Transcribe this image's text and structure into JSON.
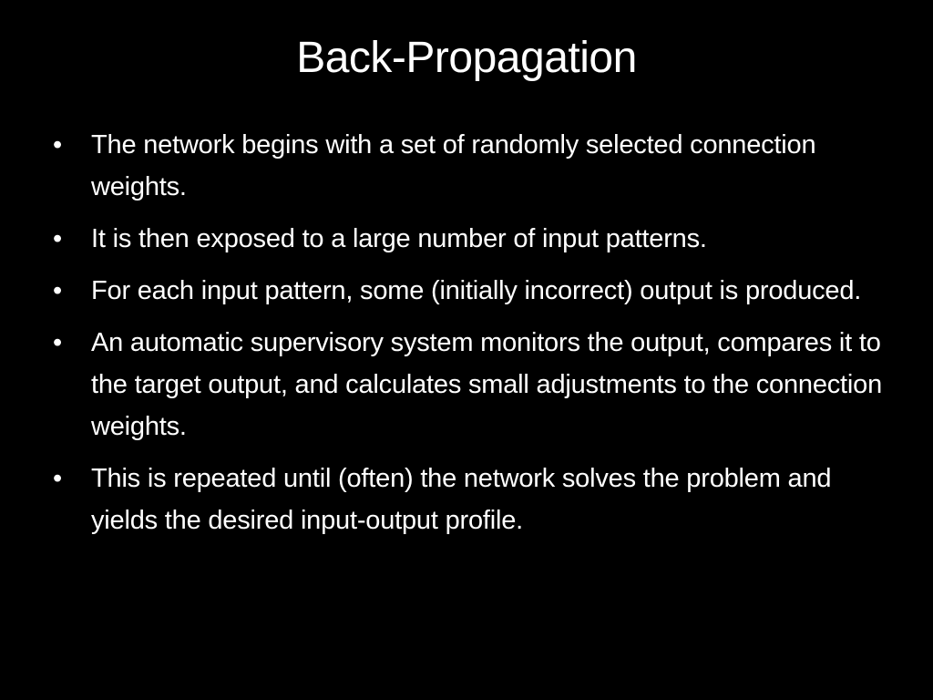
{
  "slide": {
    "title": "Back-Propagation",
    "bullet_symbol": "•",
    "bullets": [
      {
        "text": "The network begins with a set of randomly selected connection weights."
      },
      {
        "text": "It is then exposed to a large number of input patterns."
      },
      {
        "text": "For each input pattern, some (initially incorrect) output is produced."
      },
      {
        "text": "An automatic supervisory system monitors the output, compares it to the target output, and calculates small adjustments to the connection weights."
      },
      {
        "text": "This is repeated until (often) the network solves the problem and yields the desired input-output profile."
      }
    ]
  },
  "colors": {
    "background": "#000000",
    "text": "#ffffff"
  }
}
